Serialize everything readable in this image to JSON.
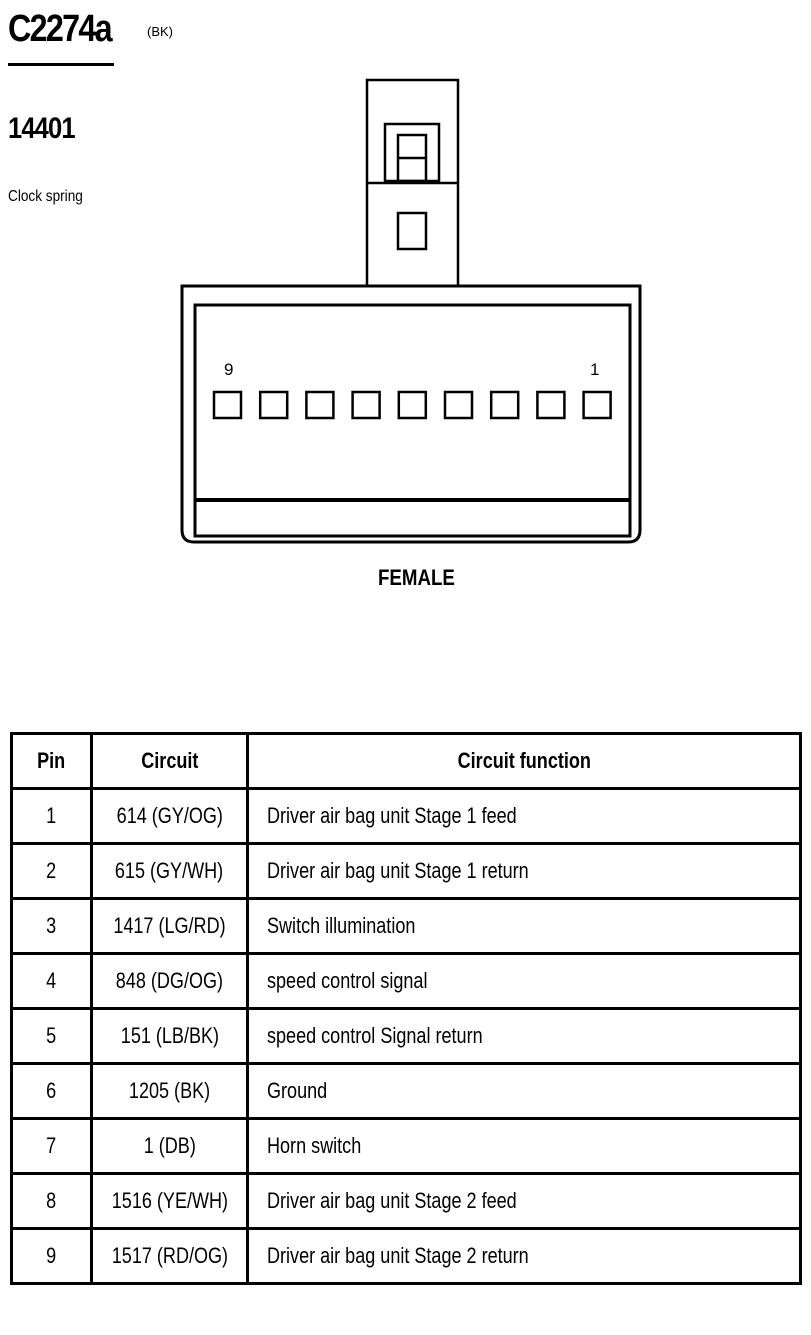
{
  "header": {
    "connector_id": "C2274a",
    "connector_color": "(BK)",
    "part_number": "14401",
    "part_name": "Clock spring"
  },
  "connector": {
    "view_label": "FEMALE",
    "left_pin_label": "9",
    "right_pin_label": "1",
    "pin_count": 9
  },
  "table": {
    "headers": [
      "Pin",
      "Circuit",
      "Circuit function"
    ],
    "rows": [
      {
        "pin": "1",
        "circuit": "614 (GY/OG)",
        "function": "Driver air bag unit  Stage 1 feed"
      },
      {
        "pin": "2",
        "circuit": "615 (GY/WH)",
        "function": "Driver air bag unit  Stage 1 return"
      },
      {
        "pin": "3",
        "circuit": "1417 (LG/RD)",
        "function": "Switch illumination"
      },
      {
        "pin": "4",
        "circuit": "848 (DG/OG)",
        "function": "speed control signal"
      },
      {
        "pin": "5",
        "circuit": "151 (LB/BK)",
        "function": "speed control Signal return"
      },
      {
        "pin": "6",
        "circuit": "1205 (BK)",
        "function": "Ground"
      },
      {
        "pin": "7",
        "circuit": "1 (DB)",
        "function": "Horn switch"
      },
      {
        "pin": "8",
        "circuit": "1516 (YE/WH)",
        "function": "Driver air bag unit  Stage 2 feed"
      },
      {
        "pin": "9",
        "circuit": "1517 (RD/OG)",
        "function": "Driver air bag unit  Stage 2 return"
      }
    ]
  }
}
